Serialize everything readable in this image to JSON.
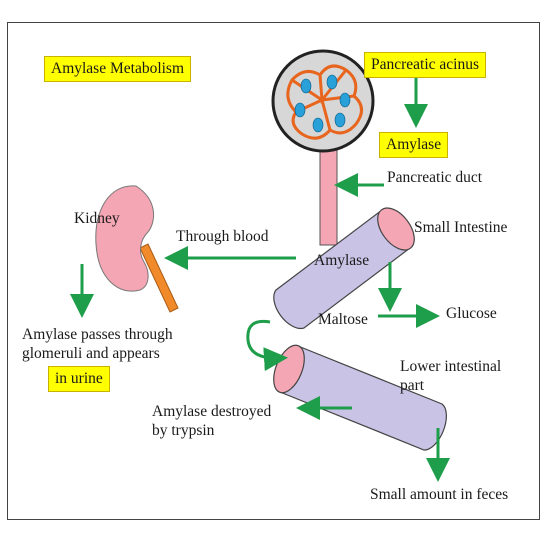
{
  "title": "Amylase Metabolism",
  "labels": {
    "pancreatic_acinus": "Pancreatic acinus",
    "amylase_top": "Amylase",
    "pancreatic_duct": "Pancreatic duct",
    "small_intestine": "Small Intestine",
    "amylase_mid": "Amylase",
    "through_blood": "Through blood",
    "kidney": "Kidney",
    "maltose": "Maltose",
    "glucose": "Glucose",
    "lower_intestinal_line1": "Lower intestinal",
    "lower_intestinal_line2": "part",
    "passes_line1": "Amylase passes through",
    "passes_line2": "glomeruli and appears",
    "in_urine": "in urine",
    "destroyed_line1": "Amylase destroyed",
    "destroyed_line2": "by trypsin",
    "feces": "Small amount in feces"
  },
  "colors": {
    "highlight": "#ffff00",
    "arrow": "#1e9e4a",
    "kidney": "#f4a6b4",
    "ureter": "#f08a2a",
    "tube": "#c9c3e6",
    "tube_end": "#f4a6b4",
    "duct": "#f4a6b4",
    "cell_ring": "#e8651e",
    "nucleus": "#2aa0d8"
  }
}
